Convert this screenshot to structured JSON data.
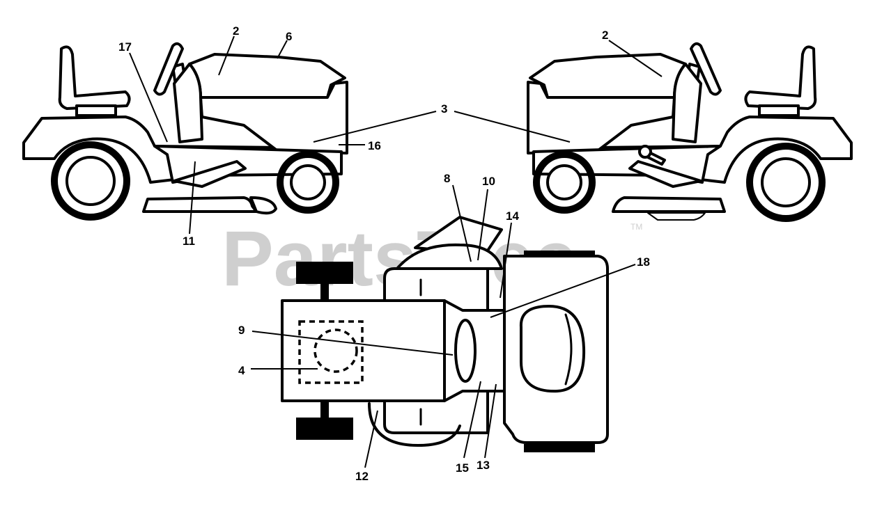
{
  "watermark": {
    "text": "PartsTree",
    "trademark": "TM"
  },
  "callouts": {
    "c2a": "2",
    "c6": "6",
    "c17": "17",
    "c3": "3",
    "c16": "16",
    "c11": "11",
    "c2b": "2",
    "c8": "8",
    "c10": "10",
    "c14": "14",
    "c18": "18",
    "c9": "9",
    "c4": "4",
    "c12": "12",
    "c15": "15",
    "c13": "13"
  }
}
